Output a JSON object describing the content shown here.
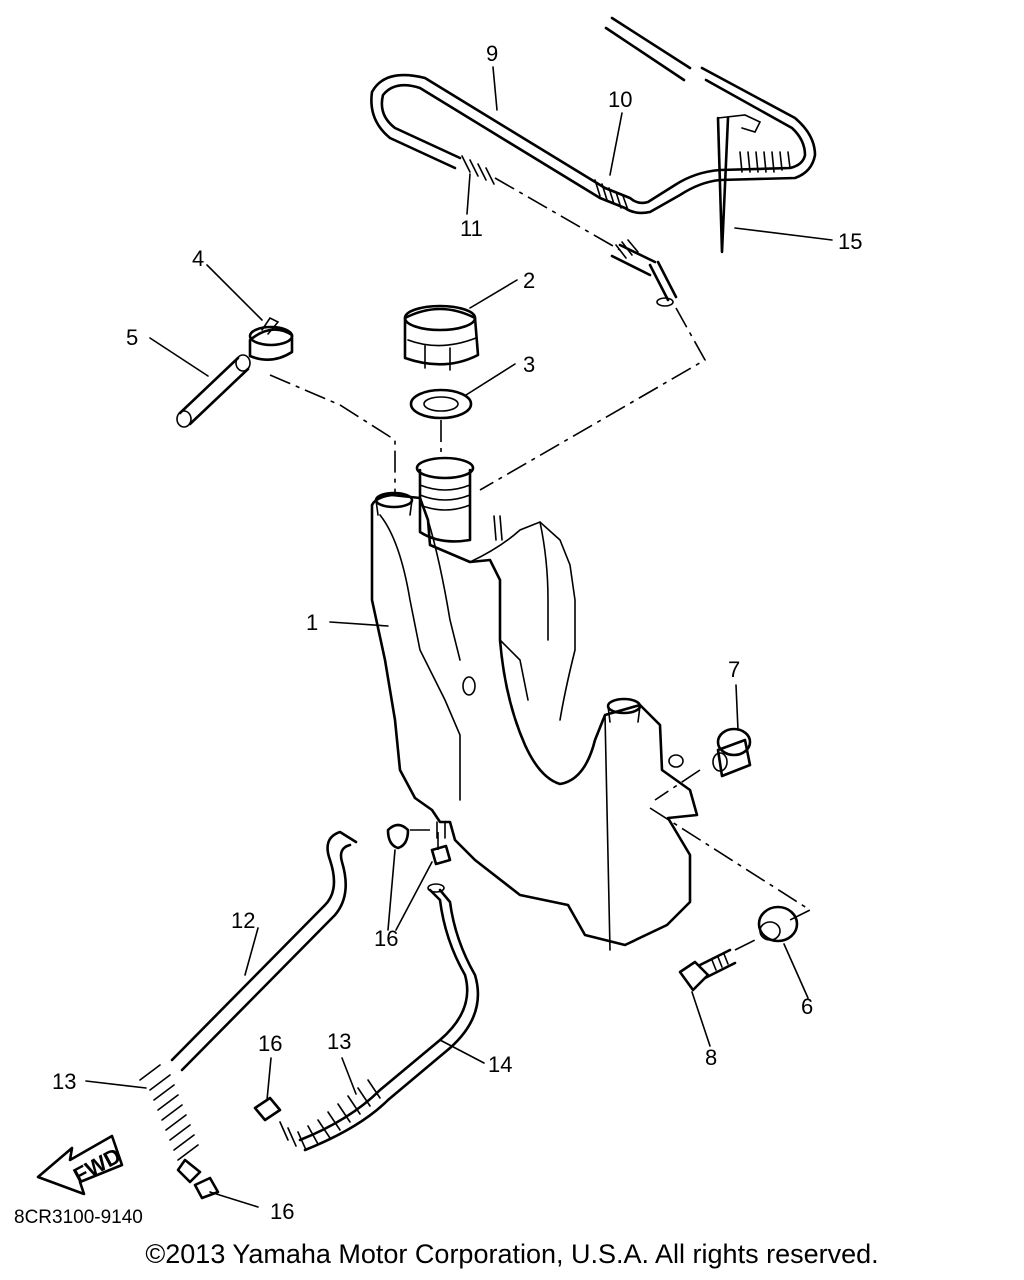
{
  "diagram": {
    "part_numbers": {
      "p1": "1",
      "p2": "2",
      "p3": "3",
      "p4": "4",
      "p5": "5",
      "p6": "6",
      "p7": "7",
      "p8": "8",
      "p9": "9",
      "p10": "10",
      "p11": "11",
      "p12": "12",
      "p13a": "13",
      "p13b": "13",
      "p14": "14",
      "p15": "15",
      "p16a": "16",
      "p16b": "16",
      "p16c": "16"
    },
    "fwd_arrow_text": "FWD",
    "figure_code": "8CR3100-9140"
  },
  "footer": {
    "copyright": "©2013 Yamaha Motor Corporation, U.S.A. All rights reserved."
  }
}
